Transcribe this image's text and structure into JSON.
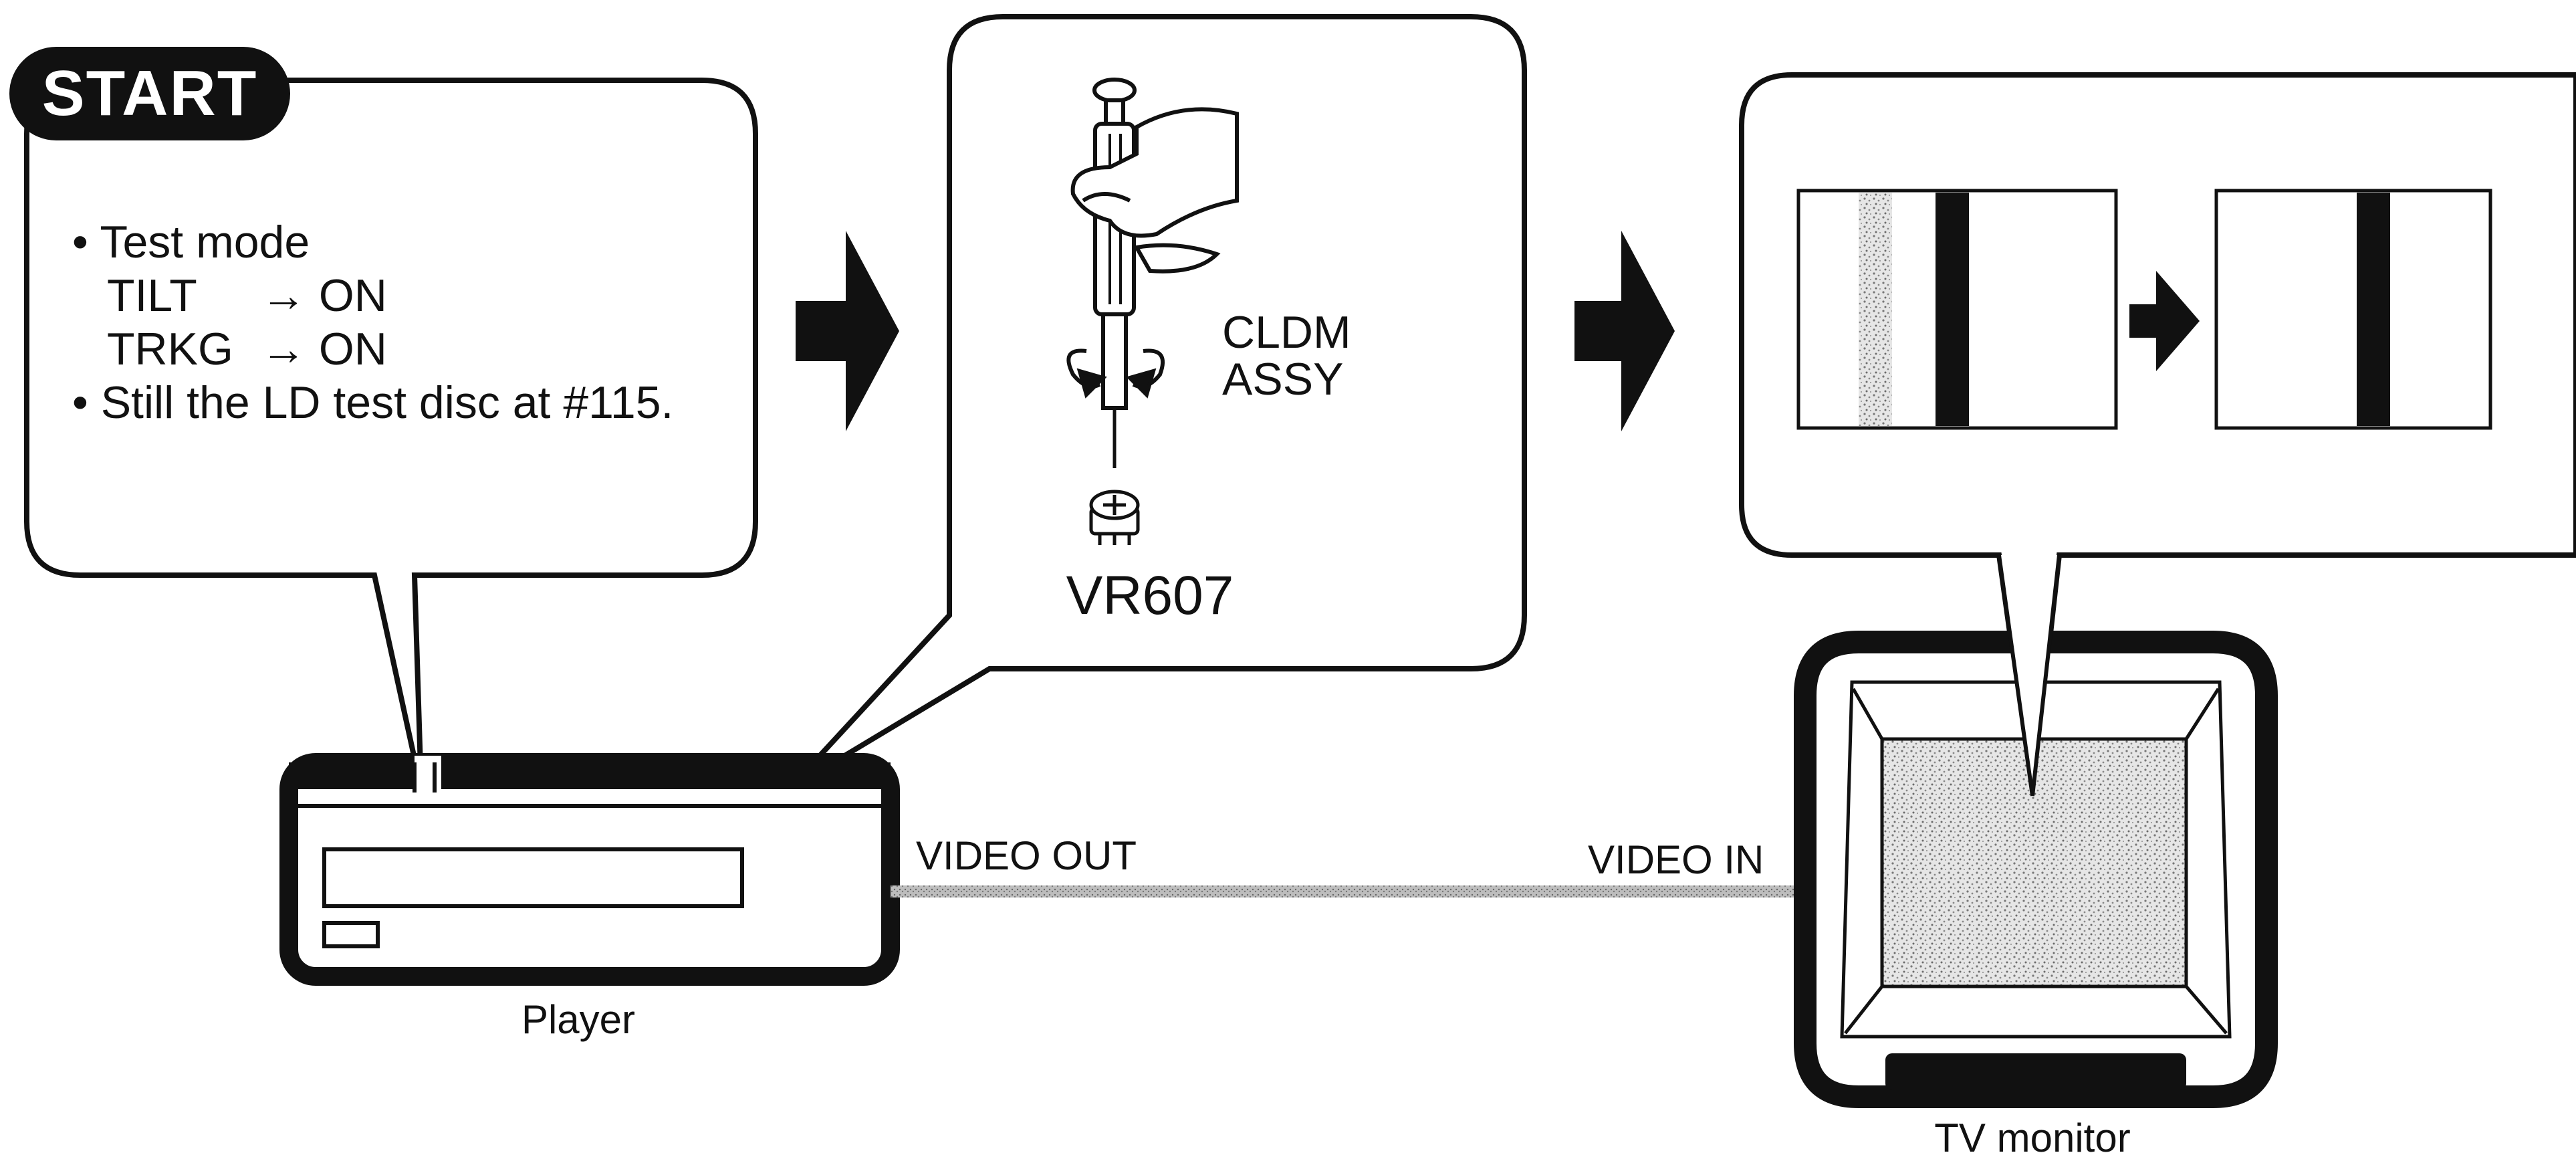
{
  "start_badge": "START",
  "instructions": {
    "line1": "• Test mode",
    "line2_key": "TILT",
    "line2_val": "→ ON",
    "line3_key": "TRKG",
    "line3_val": "→ ON",
    "line4": "• Still the LD test disc at #115."
  },
  "adjustment": {
    "part_label_1": "CLDM",
    "part_label_2": "ASSY",
    "control_label": "VR607"
  },
  "devices": {
    "player_label": "Player",
    "tv_label": "TV monitor",
    "video_out_label": "VIDEO OUT",
    "video_in_label": "VIDEO IN"
  },
  "colors": {
    "outline": "#111111",
    "noise_fill": "#c8c8c8",
    "background": "#ffffff"
  }
}
